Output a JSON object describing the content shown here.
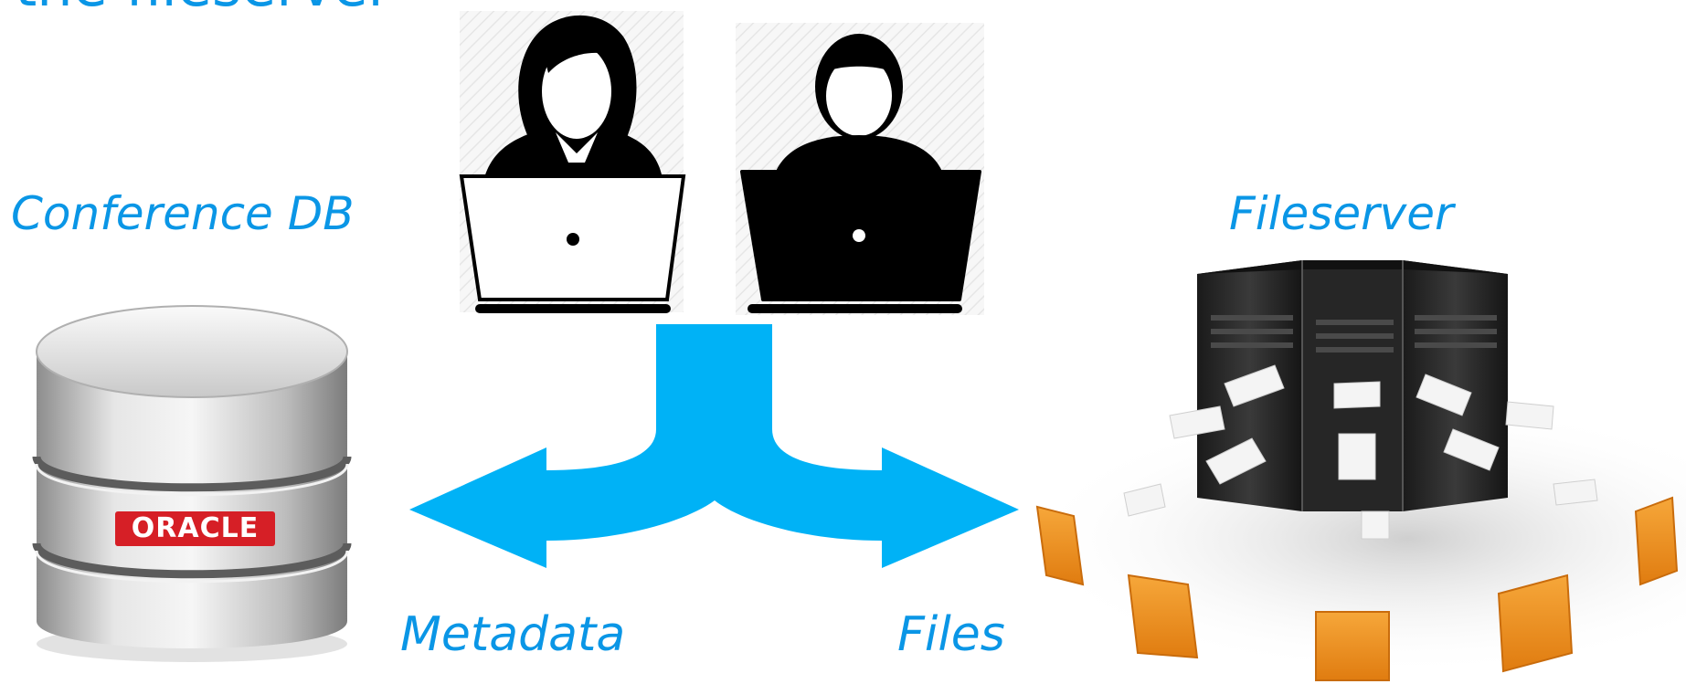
{
  "title_fragment": "the fileserver",
  "labels": {
    "database": "Conference DB",
    "fileserver": "Fileserver",
    "metadata": "Metadata",
    "files": "Files"
  },
  "database_logo_text": "ORACLE",
  "colors": {
    "accent": "#0a96e6",
    "arrow": "#00b2f6",
    "oracle_red": "#d61f26",
    "folder": "#f0901e"
  },
  "icons": [
    "female-user-laptop-icon",
    "male-user-laptop-icon",
    "database-cylinder-icon",
    "server-rack-icon",
    "folder-icon"
  ]
}
